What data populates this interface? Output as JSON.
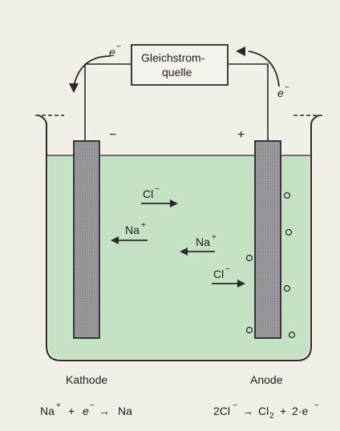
{
  "power_source": {
    "label_line1": "Gleichstrom-",
    "label_line2": "quelle"
  },
  "electron_left": {
    "base": "e",
    "sup": "−"
  },
  "electron_right": {
    "base": "e",
    "sup": "−"
  },
  "polarity": {
    "negative": "−",
    "positive": "+"
  },
  "ions": [
    {
      "base": "Cl",
      "sup": "−",
      "direction": "right"
    },
    {
      "base": "Na",
      "sup": "+",
      "direction": "left"
    },
    {
      "base": "Na",
      "sup": "+",
      "direction": "left"
    },
    {
      "base": "Cl",
      "sup": "−",
      "direction": "right"
    }
  ],
  "cathode": {
    "label": "Kathode",
    "eq": {
      "na": "Na",
      "na_sup": "+",
      "plus": "+",
      "e": "e",
      "e_sup": "−",
      "arrow": "→",
      "product": "Na"
    }
  },
  "anode": {
    "label": "Anode",
    "eq": {
      "cl": "2Cl",
      "cl_sup": "−",
      "arrow": "→",
      "cl2": "Cl",
      "cl2_sub": "2",
      "plus": "+",
      "e": "2·e",
      "e_sup": "−"
    }
  },
  "colors": {
    "electrolyte": "#c6e2c4",
    "electrode": "#9c9a9e",
    "background": "#f1efe6",
    "line": "#2a2a2a"
  }
}
